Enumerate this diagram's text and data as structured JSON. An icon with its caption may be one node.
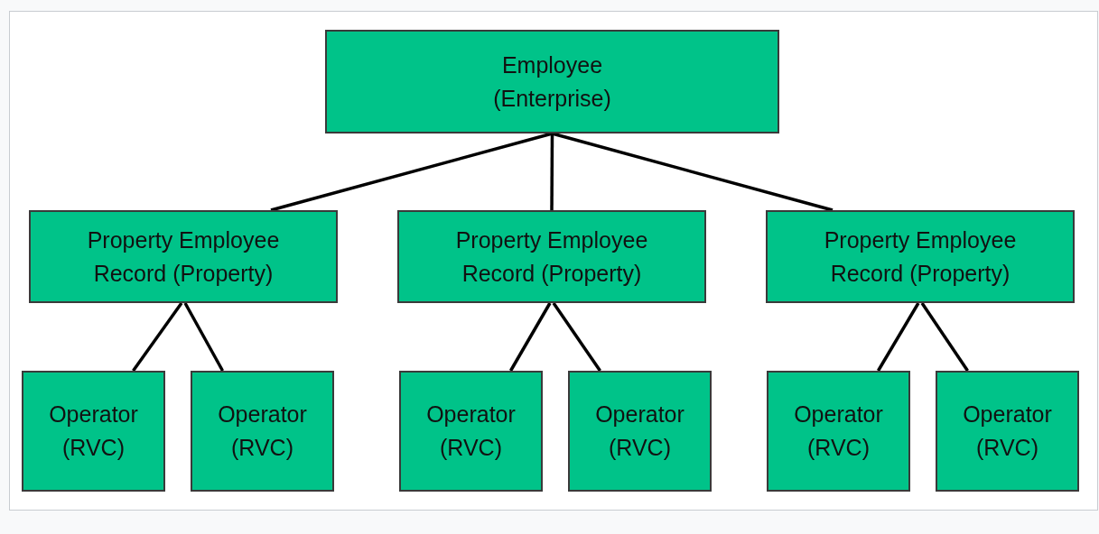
{
  "diagram": {
    "nodes": [
      {
        "text": [
          "Employee (Enterprise)"
        ]
      },
      {
        "text": [
          "Property Employee Record (Property)"
        ]
      },
      {
        "text": [
          "Property Employee Record (Property)"
        ]
      },
      {
        "text": [
          "Property Employee Record (Property)"
        ]
      },
      {
        "text": [
          "Operator (RVC)"
        ]
      },
      {
        "text": [
          "Operator (RVC)"
        ]
      },
      {
        "text": [
          "Operator (RVC)"
        ]
      },
      {
        "text": [
          "Operator (RVC)"
        ]
      },
      {
        "text": [
          "Operator (RVC)"
        ]
      },
      {
        "text": [
          "Operator (RVC)"
        ]
      }
    ],
    "edges": [
      {
        "from": 0,
        "to": 1,
        "arrow": "none"
      },
      {
        "from": 0,
        "to": 2,
        "arrow": "none"
      },
      {
        "from": 0,
        "to": 3,
        "arrow": "none"
      },
      {
        "from": 1,
        "to": 4,
        "arrow": "none"
      },
      {
        "from": 1,
        "to": 5,
        "arrow": "none"
      },
      {
        "from": 2,
        "to": 6,
        "arrow": "none"
      },
      {
        "from": 2,
        "to": 7,
        "arrow": "none"
      },
      {
        "from": 3,
        "to": 8,
        "arrow": "none"
      },
      {
        "from": 3,
        "to": 9,
        "arrow": "none"
      }
    ]
  }
}
